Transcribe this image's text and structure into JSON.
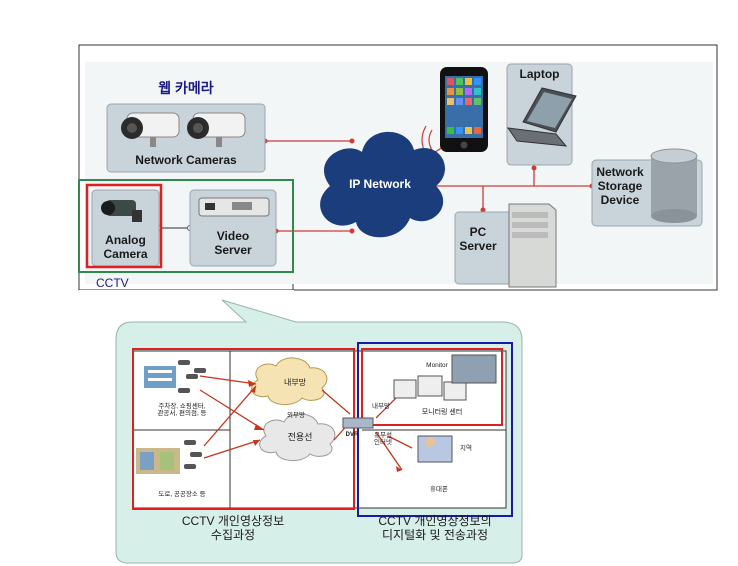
{
  "network": {
    "korean_title": "웹 카메라",
    "network_cameras": "Network Cameras",
    "ip_network": "IP Network",
    "laptop": "Laptop",
    "network_storage_line1": "Network",
    "network_storage_line2": "Storage",
    "network_storage_line3": "Device",
    "pc_server_line1": "PC",
    "pc_server_line2": "Server",
    "analog_camera_line1": "Analog",
    "analog_camera_line2": "Camera",
    "video_server_line1": "Video",
    "video_server_line2": "Server",
    "cctv_label": "CCTV"
  },
  "bubble": {
    "place1": "주차장, 쇼핑센터,",
    "place1b": "관공서, 편의점, 등",
    "place2": "도로, 공공장소 등",
    "internal_net": "내부망",
    "external_net": "외부망",
    "dedicated_line": "전용선",
    "dvr": "DVR",
    "monitor": "Monitor",
    "internal_net2": "내부망",
    "monitoring_center": "모니터링 센터",
    "wired_wireless": "유무선",
    "internet": "인터넷",
    "remote": "지역",
    "mobile": "휴대폰",
    "caption_left_line1": "CCTV 개인영상정보",
    "caption_left_line2": "수집과정",
    "caption_right_line1": "CCTV 개인영상정보의",
    "caption_right_line2": "디지털화 및 전송과정"
  },
  "colors": {
    "panel": "#c9d3da",
    "red": "#e02020",
    "blue": "#1a1aa8",
    "green": "#2e8a4e",
    "cloud": "#1c3d7c",
    "bubble": "#d6efe9"
  }
}
